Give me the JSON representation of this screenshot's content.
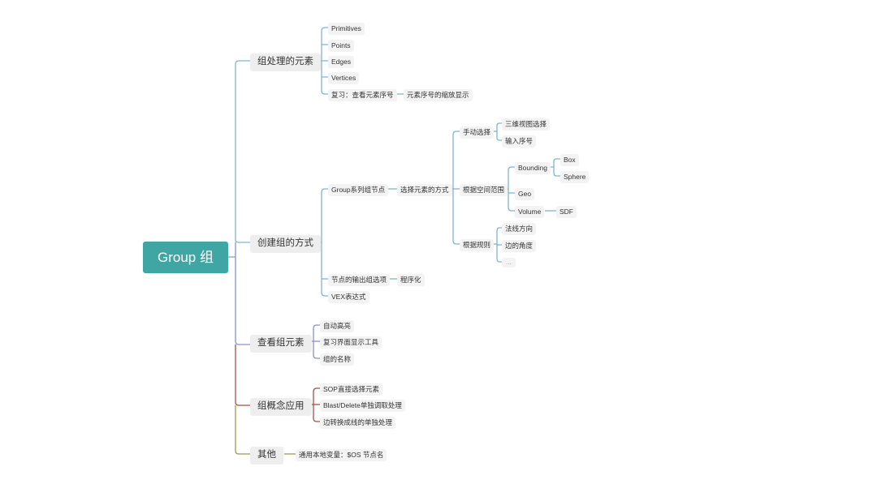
{
  "root": "Group 组",
  "branches": {
    "elements": {
      "label": "组处理的元素",
      "children": [
        "Primitives",
        "Points",
        "Edges",
        "Vertices",
        "复习：查看元素序号"
      ],
      "review_child": "元素序号的缩放显示"
    },
    "create": {
      "label": "创建组的方式",
      "group_nodes": "Group系列组节点",
      "select_method": "选择元素的方式",
      "manual": "手动选择",
      "manual_children": [
        "三维视图选择",
        "输入序号"
      ],
      "space": "根据空间范围",
      "bounding": "Bounding",
      "bounding_children": [
        "Box",
        "Sphere"
      ],
      "geo": "Geo",
      "volume": "Volume",
      "sdf": "SDF",
      "rule": "根据规则",
      "rule_children": [
        "法线方向",
        "边的角度",
        "..."
      ],
      "output_option": "节点的输出组选项",
      "procedural": "程序化",
      "vex": "VEX表达式"
    },
    "view": {
      "label": "查看组元素",
      "children": [
        "自动高亮",
        "复习界面显示工具",
        "组的名称"
      ]
    },
    "concept": {
      "label": "组概念应用",
      "children": [
        "SOP直接选择元素",
        "Blast/Delete单独调取处理",
        "边转换成线的单独处理"
      ]
    },
    "other": {
      "label": "其他",
      "children": [
        "通用本地变量：$OS 节点名"
      ]
    }
  },
  "colors": {
    "root_fill": "#3fa6a4",
    "branch_elements": "#7fb3cf",
    "branch_create": "#7fb3cf",
    "branch_view": "#8a8fcf",
    "branch_concept": "#a0524a",
    "branch_other": "#9a9a55"
  }
}
